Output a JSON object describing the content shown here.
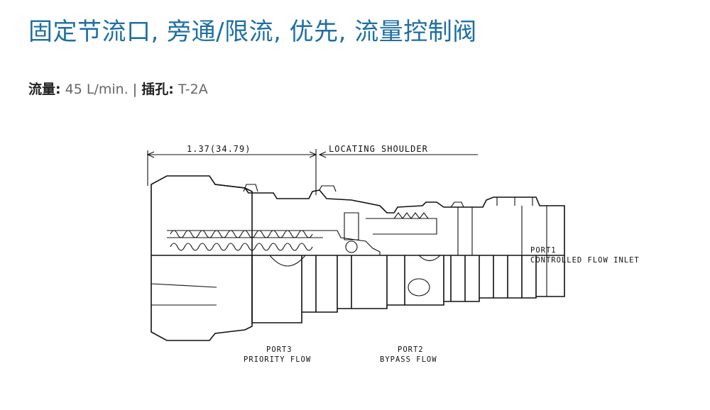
{
  "title": "固定节流口, 旁通/限流, 优先, 流量控制阀",
  "specs": {
    "flow_label": "流量:",
    "flow_value": "45 L/min.",
    "separator": "|",
    "cavity_label": "插孔:",
    "cavity_value": "T-2A"
  },
  "diagram": {
    "dimension": "1.37(34.79)",
    "shoulder": "LOCATING SHOULDER",
    "port1_name": "PORT1",
    "port1_desc": "CONTROLLED FLOW INLET",
    "port3_name": "PORT3",
    "port3_desc": "PRIORITY FLOW",
    "port2_name": "PORT2",
    "port2_desc": "BYPASS FLOW"
  }
}
